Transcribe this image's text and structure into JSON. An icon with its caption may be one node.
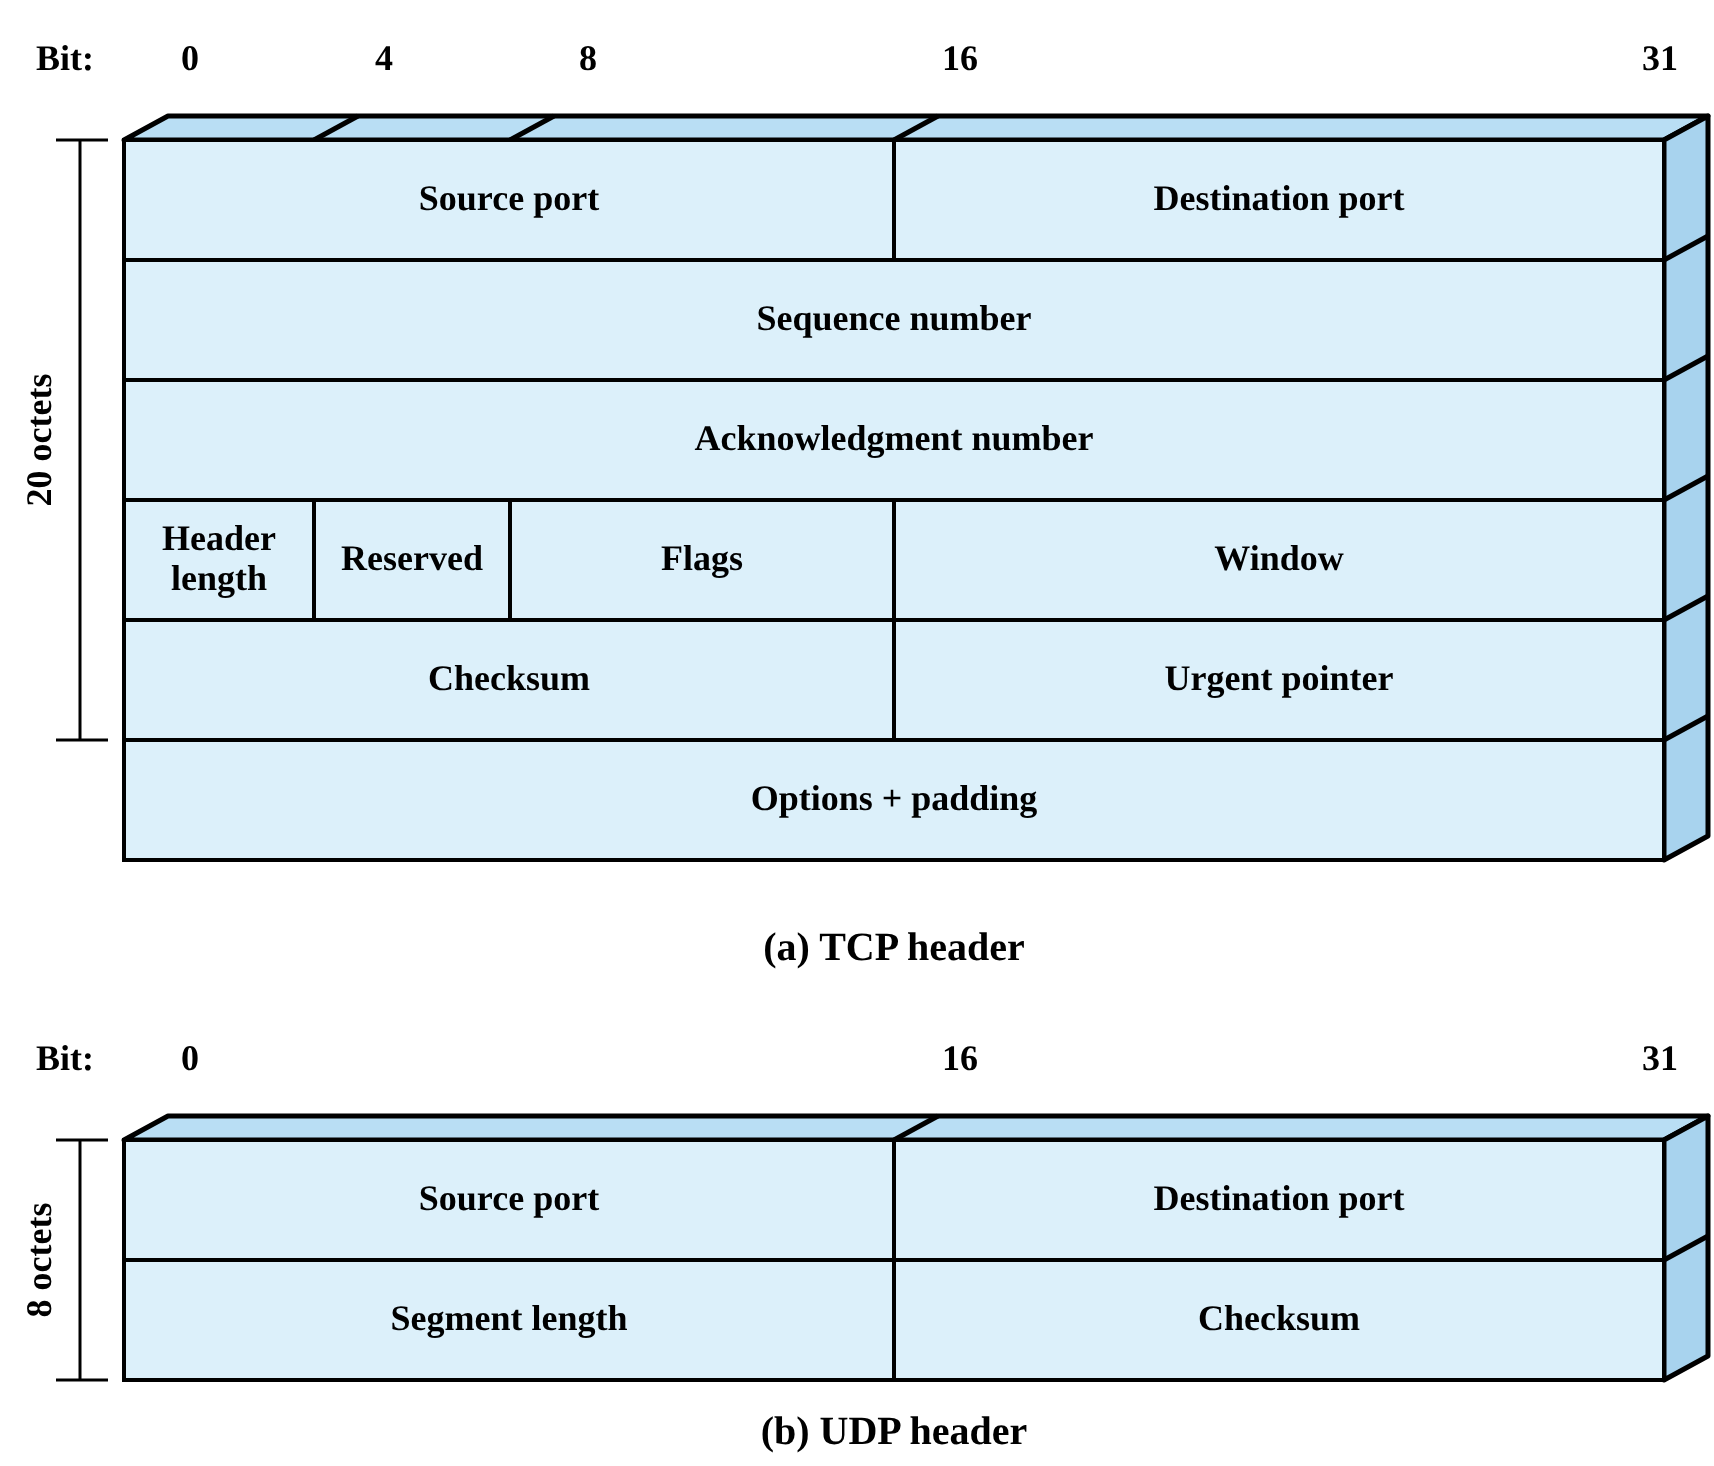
{
  "diagram": {
    "nodes": [
      {
        "text": [
          "Source port"
        ]
      },
      {
        "text": [
          "Destination port"
        ]
      },
      {
        "text": [
          "Sequence number"
        ]
      },
      {
        "text": [
          "Acknowledgment number"
        ]
      },
      {
        "text": [
          "Header length"
        ]
      },
      {
        "text": [
          "Reserved"
        ]
      },
      {
        "text": [
          "Flags"
        ]
      },
      {
        "text": [
          "Window"
        ]
      },
      {
        "text": [
          "Checksum"
        ]
      },
      {
        "text": [
          "Urgent pointer"
        ]
      },
      {
        "text": [
          "Options + padding"
        ]
      },
      {
        "text": [
          "Source port"
        ]
      },
      {
        "text": [
          "Destination port"
        ]
      },
      {
        "text": [
          "Segment length"
        ]
      },
      {
        "text": [
          "Checksum"
        ]
      }
    ],
    "labels": [
      "Bit:",
      "0",
      "4",
      "8",
      "16",
      "31",
      "20 octets",
      "(a) TCP header",
      "Bit:",
      "0",
      "16",
      "31",
      "8 octets",
      "(b) UDP header"
    ]
  }
}
